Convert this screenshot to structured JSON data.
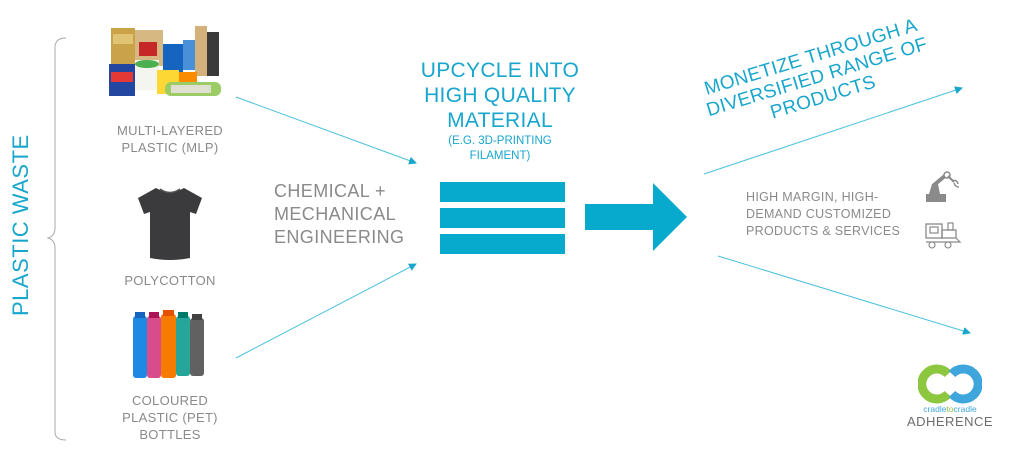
{
  "left_group": {
    "title": "PLASTIC WASTE",
    "items": [
      {
        "label_line1": "MULTI-LAYERED",
        "label_line2": "PLASTIC (MLP)",
        "image": "mlp-packaging-image"
      },
      {
        "label_line1": "POLYCOTTON",
        "image": "tshirt-image"
      },
      {
        "label_line1": "COLOURED",
        "label_line2": "PLASTIC (PET)",
        "label_line3": "BOTTLES",
        "image": "pet-bottles-image"
      }
    ]
  },
  "process": {
    "line1": "CHEMICAL +",
    "line2": "MECHANICAL",
    "line3": "ENGINEERING"
  },
  "upcycle": {
    "line1": "UPCYCLE INTO",
    "line2": "HIGH QUALITY",
    "line3": "MATERIAL",
    "sub1": "(E.G. 3D-PRINTING",
    "sub2": "FILAMENT)"
  },
  "monetize": {
    "line1": "MONETIZE THROUGH A",
    "line2": "DIVERSIFIED RANGE OF",
    "line3": "PRODUCTS"
  },
  "products": {
    "line1": "HIGH MARGIN, HIGH-",
    "line2": "DEMAND CUSTOMIZED",
    "line3": "PRODUCTS & SERVICES",
    "icons": [
      "robot-arm-icon",
      "toy-train-icon"
    ]
  },
  "certification": {
    "logo_text_a": "cradle",
    "logo_text_b": "to",
    "logo_text_c": "cradle",
    "label": "ADHERENCE"
  },
  "colors": {
    "accent": "#07a9cc",
    "text_gray": "#8a8a8a",
    "c2c_green": "#8dc63f",
    "c2c_blue": "#3fa5dd"
  }
}
